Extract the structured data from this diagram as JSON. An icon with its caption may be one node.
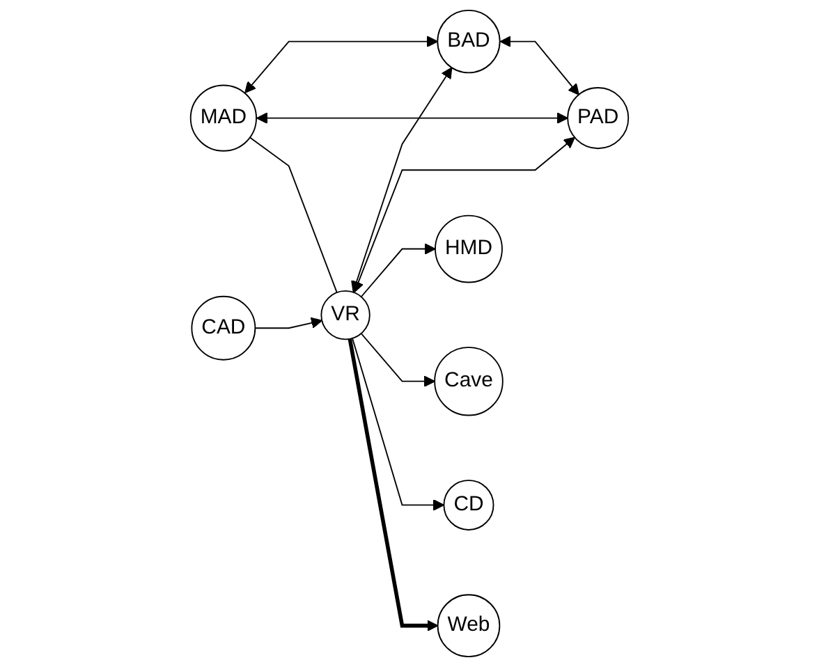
{
  "diagram": {
    "nodes": [
      {
        "text": [
          "BAD"
        ]
      },
      {
        "text": [
          "PAD"
        ]
      },
      {
        "text": [
          "MAD"
        ]
      },
      {
        "text": [
          "HMD"
        ]
      },
      {
        "text": [
          "CAD"
        ]
      },
      {
        "text": [
          "VR"
        ]
      },
      {
        "text": [
          "Cave"
        ]
      },
      {
        "text": [
          "CD"
        ]
      },
      {
        "text": [
          "Web"
        ]
      }
    ],
    "edges": [
      {
        "from": 0,
        "to": 1,
        "arrow": "both"
      },
      {
        "from": 2,
        "to": 0,
        "arrow": "both"
      },
      {
        "from": 2,
        "to": 1,
        "arrow": "both"
      },
      {
        "from": 5,
        "to": 0,
        "arrow": "both"
      },
      {
        "from": 5,
        "to": 1,
        "arrow": "both"
      },
      {
        "from": 2,
        "to": 5,
        "arrow": "none"
      },
      {
        "from": 4,
        "to": 5,
        "arrow": "to"
      },
      {
        "from": 5,
        "to": 3,
        "arrow": "to"
      },
      {
        "from": 5,
        "to": 6,
        "arrow": "to"
      },
      {
        "from": 5,
        "to": 7,
        "arrow": "to"
      },
      {
        "from": 5,
        "to": 8,
        "arrow": "to",
        "style": "thick"
      }
    ]
  }
}
